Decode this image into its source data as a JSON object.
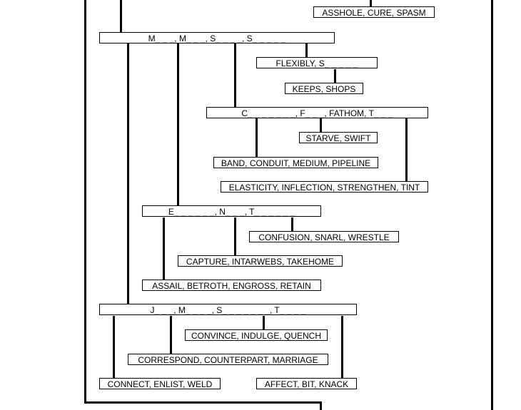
{
  "colors": {
    "background": "#ffffff",
    "lines": "#000000",
    "text": "#000000"
  },
  "nodes": {
    "asshole": "ASSHOLE, CURE, SPASM",
    "m_m_s_s": "M_ _ _, M_ _ _, S_ _ _ _, S_ _ _ _ _",
    "flexibly": "FLEXIBLY, S_ _ _ _ _",
    "keeps": "KEEPS, SHOPS",
    "c_f_fathom_t": "C_ _ _ _ _ _ _, F_ _ _, FATHOM, T_ _ _",
    "starve": "STARVE, SWIFT",
    "band": "BAND, CONDUIT, MEDIUM, PIPELINE",
    "elasticity": "ELASTICITY, INFLECTION, STRENGTHEN, TINT",
    "e_n_t": "E_ _ _ _ _ _, N_ _ _, T_ _ _ _ _ _",
    "confusion": "CONFUSION, SNARL, WRESTLE",
    "capture": "CAPTURE, INTARWEBS, TAKEHOME",
    "assail": "ASSAIL, BETROTH, ENGROSS, RETAIN",
    "j_m_s_t": "J_ _ _, M_ _ _ _, S_ _ _ _ _ _ _, T_ _ _ _",
    "convince": "CONVINCE, INDULGE, QUENCH",
    "correspond": "CORRESPOND, COUNTERPART, MARRIAGE",
    "connect": "CONNECT, ENLIST, WELD",
    "affect": "AFFECT, BIT, KNACK"
  }
}
